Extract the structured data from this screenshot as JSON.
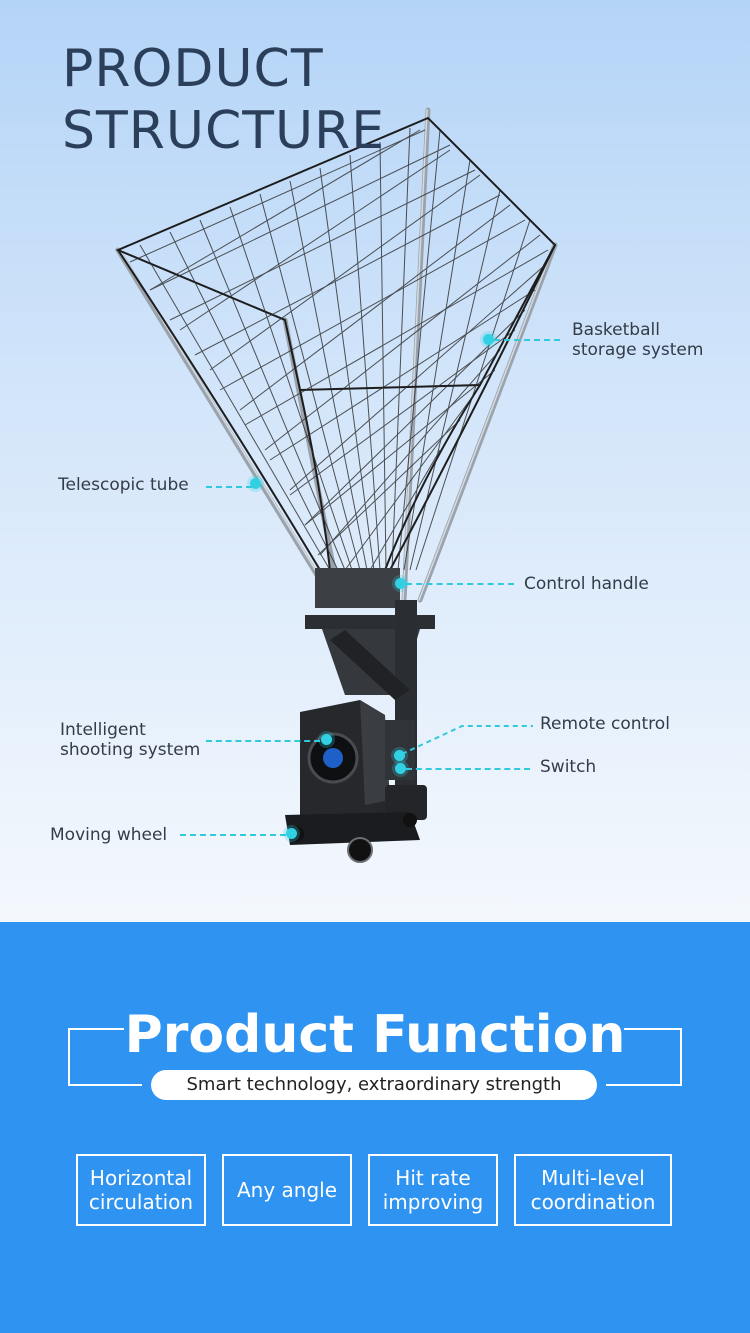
{
  "header": {
    "title_line1": "PRODUCT",
    "title_line2": "STRUCTURE"
  },
  "callouts": {
    "storage": "Basketball\nstorage system",
    "telescopic": "Telescopic tube",
    "handle": "Control handle",
    "remote": "Remote control",
    "shooting": "Intelligent\nshooting system",
    "switch": "Switch",
    "wheel": "Moving wheel"
  },
  "function": {
    "title": "Product Function",
    "subtitle": "Smart technology, extraordinary strength",
    "features": [
      "Horizontal\ncirculation",
      "Any angle",
      "Hit rate\nimproving",
      "Multi-level\ncoordination"
    ]
  },
  "colors": {
    "title_text": "#2b3f5a",
    "callout_line": "#31c9dc",
    "function_bg": "#2f93f2"
  }
}
